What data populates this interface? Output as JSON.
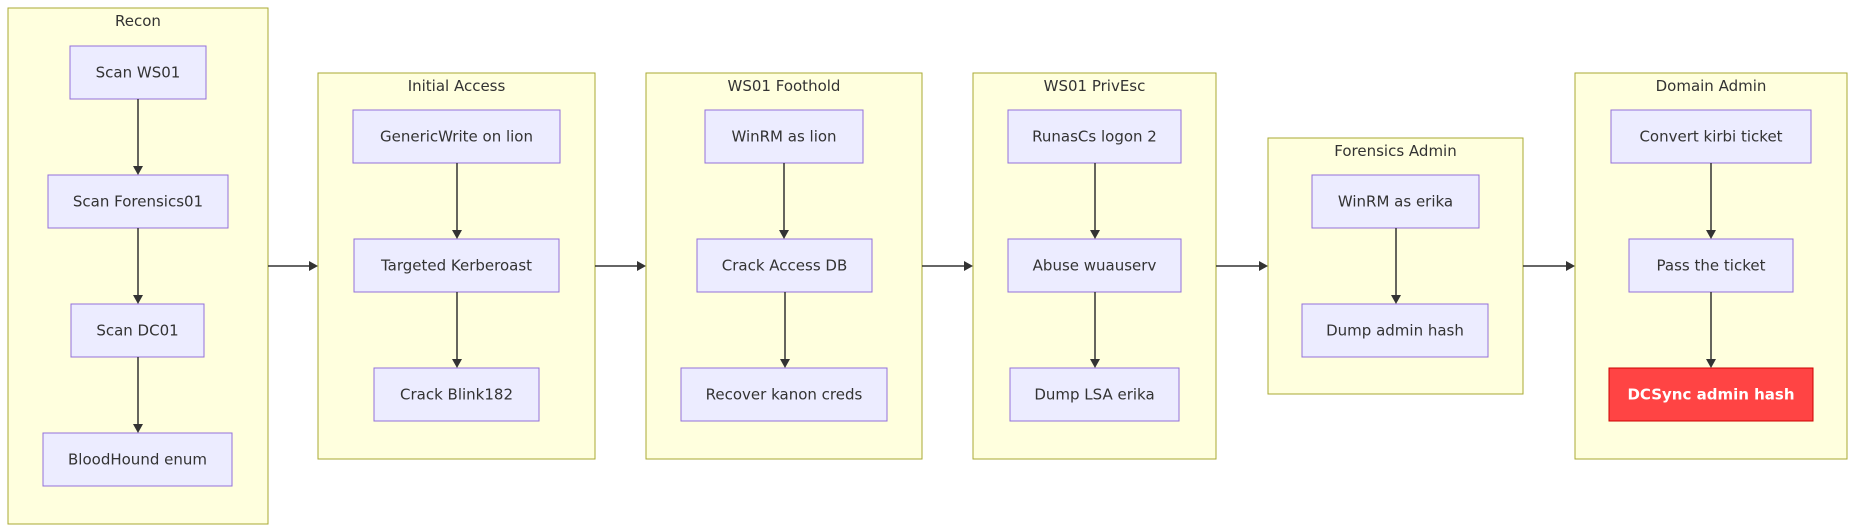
{
  "colors": {
    "cluster_fill": "#ffffde",
    "cluster_stroke": "#aaaa33",
    "node_fill": "#ececff",
    "node_stroke": "#9370db",
    "highlight_fill": "#ff4444",
    "highlight_text": "#ffffff",
    "edge": "#333333"
  },
  "clusters": [
    {
      "label": "Recon",
      "nodes": [
        "Scan WS01",
        "Scan Forensics01",
        "Scan DC01",
        "BloodHound enum"
      ]
    },
    {
      "label": "Initial Access",
      "nodes": [
        "GenericWrite on lion",
        "Targeted Kerberoast",
        "Crack Blink182"
      ]
    },
    {
      "label": "WS01 Foothold",
      "nodes": [
        "WinRM as lion",
        "Crack Access DB",
        "Recover kanon creds"
      ]
    },
    {
      "label": "WS01 PrivEsc",
      "nodes": [
        "RunasCs logon 2",
        "Abuse wuauserv",
        "Dump LSA erika"
      ]
    },
    {
      "label": "Forensics Admin",
      "nodes": [
        "WinRM as erika",
        "Dump admin hash"
      ]
    },
    {
      "label": "Domain Admin",
      "nodes": [
        "Convert kirbi ticket",
        "Pass the ticket",
        "DCSync admin hash"
      ],
      "highlight": "DCSync admin hash"
    }
  ]
}
